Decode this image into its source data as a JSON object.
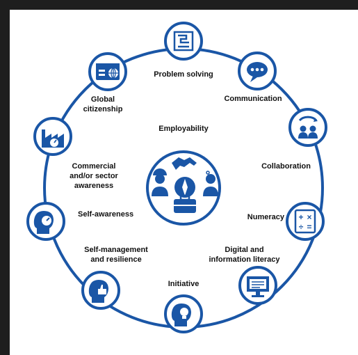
{
  "diagram": {
    "center": {
      "label": "Employability"
    },
    "colors": {
      "primary": "#1a56a6",
      "ring": "#1a56a6",
      "background_frame": "#1e1e1e"
    },
    "nodes": [
      {
        "id": "problem-solving",
        "label": "Problem solving",
        "icon": "maze-icon"
      },
      {
        "id": "communication",
        "label": "Communication",
        "icon": "speech-bubble-icon"
      },
      {
        "id": "collaboration",
        "label": "Collaboration",
        "icon": "team-exchange-icon"
      },
      {
        "id": "numeracy",
        "label": "Numeracy",
        "icon": "calculator-icon"
      },
      {
        "id": "digital",
        "label": "Digital and\ninformation literacy",
        "icon": "monitor-icon"
      },
      {
        "id": "initiative",
        "label": "Initiative",
        "icon": "lightbulb-head-icon"
      },
      {
        "id": "self-management",
        "label": "Self-management\nand resilience",
        "icon": "thumbs-up-head-icon"
      },
      {
        "id": "self-awareness",
        "label": "Self-awareness",
        "icon": "gauge-head-icon"
      },
      {
        "id": "commercial",
        "label": "Commercial\nand/or sector\nawareness",
        "icon": "factory-icon"
      },
      {
        "id": "global",
        "label": "Global\ncitizenship",
        "icon": "id-globe-icon"
      }
    ]
  }
}
